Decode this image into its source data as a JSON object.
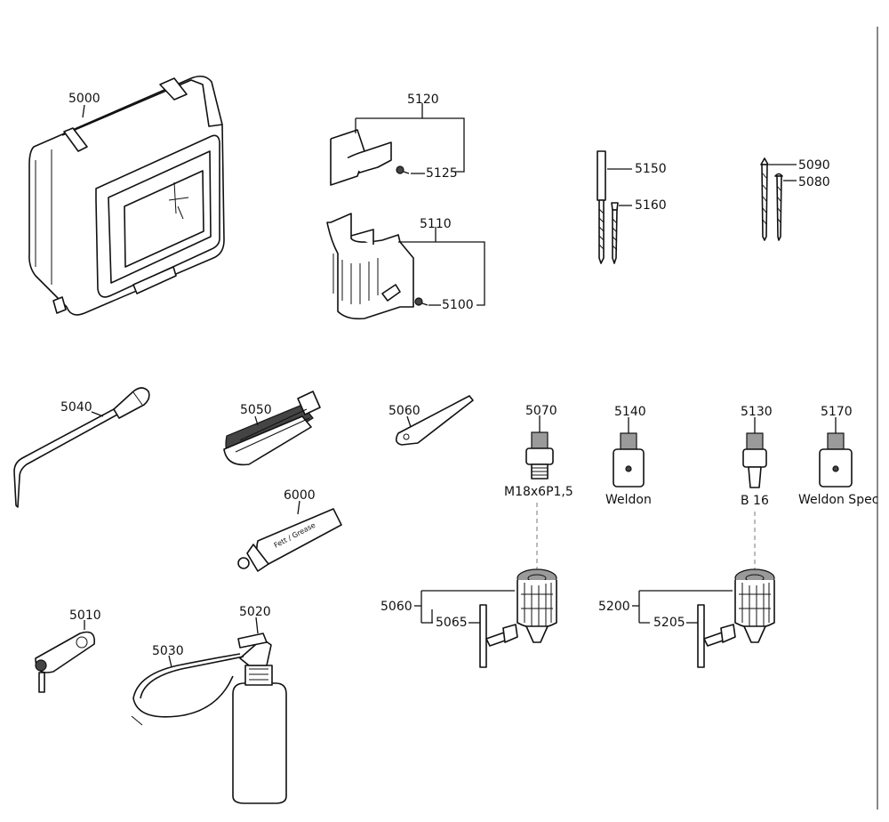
{
  "callouts": {
    "c5000": "5000",
    "c5120": "5120",
    "c5125": "5125",
    "c5110": "5110",
    "c5100": "5100",
    "c5150": "5150",
    "c5160": "5160",
    "c5090": "5090",
    "c5080": "5080",
    "c5040": "5040",
    "c5050": "5050",
    "c5060a": "5060",
    "c5070": "5070",
    "c5140": "5140",
    "c5130": "5130",
    "c5170": "5170",
    "c6000": "6000",
    "c5010": "5010",
    "c5020": "5020",
    "c5030": "5030",
    "c5060b": "5060",
    "c5065": "5065",
    "c5200": "5200",
    "c5205": "5205"
  },
  "part_labels": {
    "thread_m18": "M18x6P1,5",
    "weldon": "Weldon",
    "b16": "B 16",
    "weldon_spec": "Weldon Spec",
    "tube_text": "Fett / Grease"
  }
}
